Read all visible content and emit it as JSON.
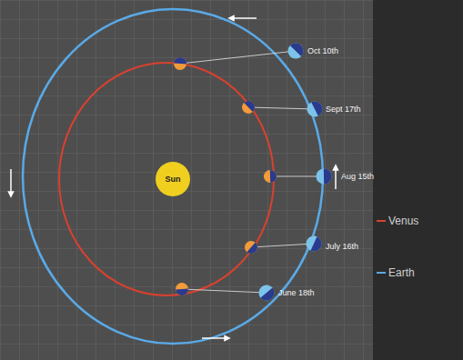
{
  "diagram": {
    "nodes": [
      {
        "text": [
          "Sun"
        ]
      }
    ],
    "labels": [
      "Oct 10th",
      "Sept 17th",
      "Aug 15th",
      "July 16th",
      "June 18th"
    ],
    "legend": [
      {
        "text": "Venus"
      },
      {
        "text": "Earth"
      }
    ]
  }
}
